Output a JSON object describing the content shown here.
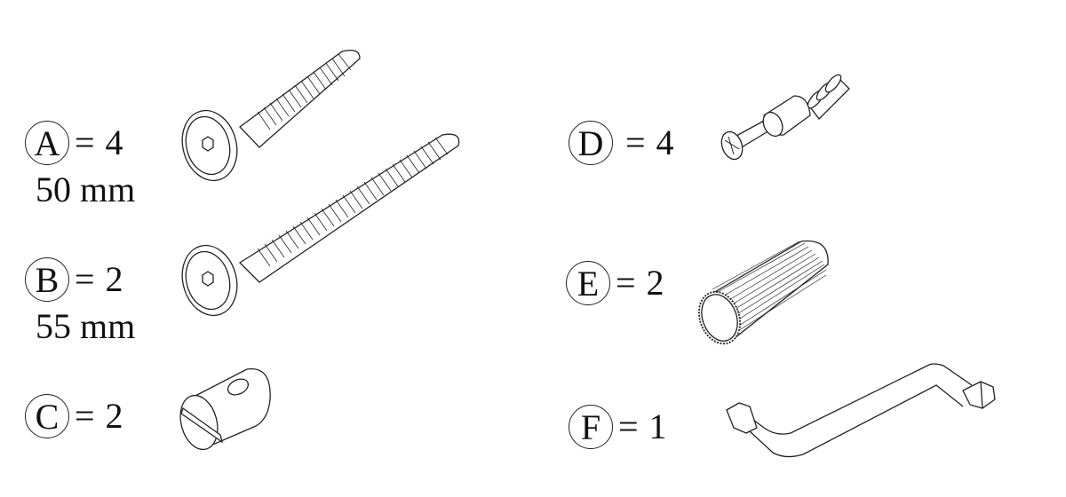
{
  "parts": [
    {
      "letter": "A",
      "quantity_text": "= 4",
      "size": "50 mm",
      "icon": "joint-connector-bolt-short-icon"
    },
    {
      "letter": "B",
      "quantity_text": "= 2",
      "size": "55 mm",
      "icon": "joint-connector-bolt-long-icon"
    },
    {
      "letter": "C",
      "quantity_text": "= 2",
      "icon": "barrel-nut-icon"
    },
    {
      "letter": "D",
      "quantity_text": "= 4",
      "icon": "cam-lock-dowel-icon"
    },
    {
      "letter": "E",
      "quantity_text": "= 2",
      "icon": "wooden-dowel-icon"
    },
    {
      "letter": "F",
      "quantity_text": "= 1",
      "icon": "allen-key-icon"
    }
  ],
  "colors": {
    "line": "#222222",
    "background": "#ffffff"
  }
}
